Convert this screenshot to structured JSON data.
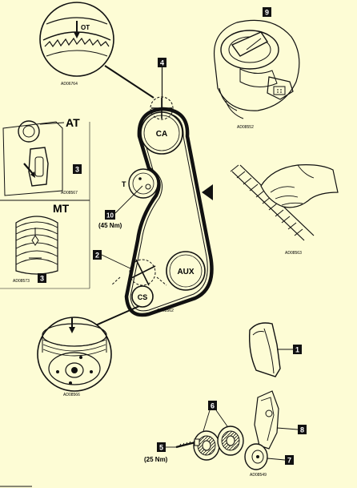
{
  "colors": {
    "background": "#fdfcd5",
    "ink": "#111111",
    "badge": "#111111",
    "badge_text": "#ffffff"
  },
  "pulleys": {
    "camshaft": "CA",
    "tensioner": "T",
    "auxiliary": "AUX",
    "crankshaft": "CS"
  },
  "transmission_labels": {
    "automatic": "AT",
    "manual": "MT"
  },
  "timing_marks": {
    "top_dead_centre": "OT"
  },
  "callouts": [
    "1",
    "2",
    "3",
    "3",
    "4",
    "5",
    "6",
    "7",
    "8",
    "9",
    "10"
  ],
  "torques": {
    "tensioner": "(45 Nm)",
    "crank_bolt": "(25 Nm)"
  },
  "figure_codes": {
    "camshaft_detail": "AD06764",
    "distributor_detail": "AD08552",
    "at_flywheel": "AD08567",
    "mt_flywheel": "AD08573",
    "belt_layout": "AD08562",
    "belt_check": "AD08563",
    "crank_pulley": "AD08566",
    "components": "AD08549"
  }
}
